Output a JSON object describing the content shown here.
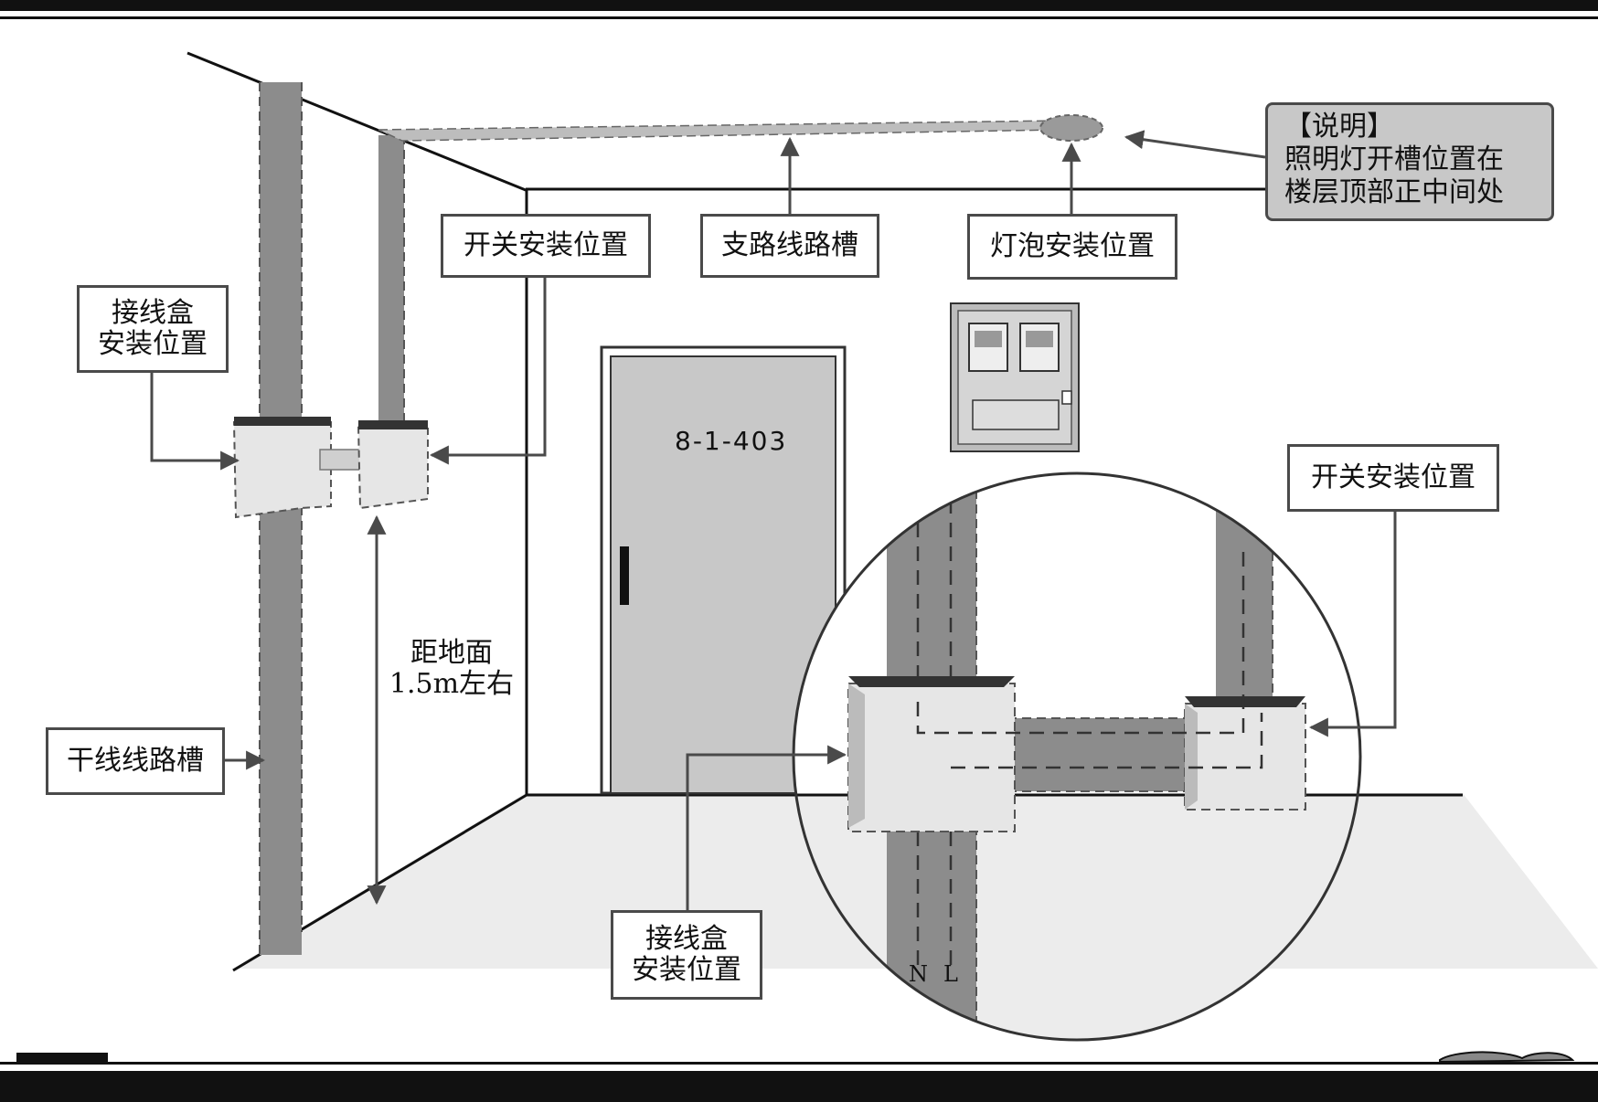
{
  "labels": {
    "switch_top": "开关安装位置",
    "branch_trough": "支路线路槽",
    "bulb": "灯泡安装位置",
    "junction_left": "接线盒\n安装位置",
    "trunk_trough": "干线线路槽",
    "switch_right": "开关安装位置",
    "junction_bottom": "接线盒\n安装位置"
  },
  "note": {
    "title": "【说明】",
    "line1": "照明灯开槽位置在",
    "line2": "楼层顶部正中间处"
  },
  "height_note": {
    "line1": "距地面",
    "line2": "1.5m左右"
  },
  "door_number": "8-1-403",
  "wire_labels": {
    "neutral": "N",
    "live": "L"
  },
  "colors": {
    "trough": "#8c8c8c",
    "box_fill": "#e6e6e6",
    "door": "#c8c8c8",
    "floor": "#ececec",
    "frame_line": "#111111"
  }
}
